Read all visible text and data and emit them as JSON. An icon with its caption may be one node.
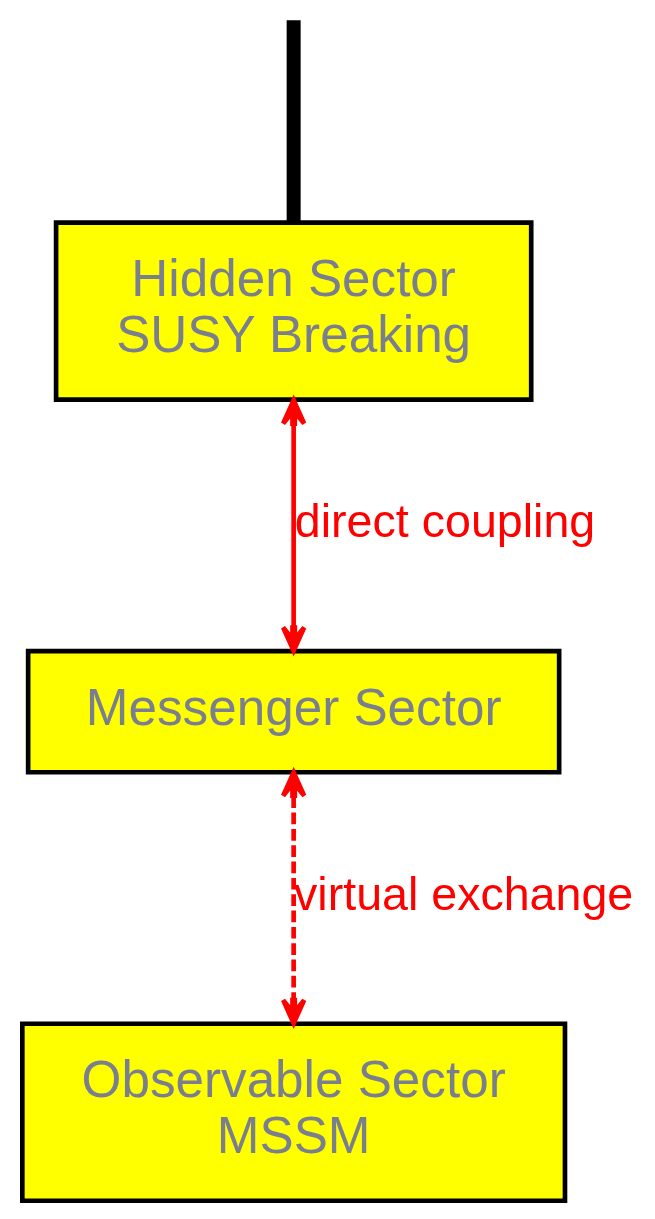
{
  "diagram": {
    "nodes": [
      {
        "text": [
          "Hidden Sector",
          "SUSY Breaking"
        ]
      },
      {
        "text": [
          "Messenger Sector"
        ]
      },
      {
        "text": [
          "Observable Sector",
          "MSSM"
        ]
      }
    ],
    "edges": [
      {
        "from": 0,
        "to": 1,
        "arrow": "both",
        "label": "direct coupling"
      },
      {
        "from": 1,
        "to": 2,
        "arrow": "both",
        "label": "virtual exchange",
        "style": "dashed"
      },
      {
        "from": null,
        "to": 0,
        "arrow": "none",
        "style": "thick",
        "color": "#000000"
      }
    ]
  }
}
